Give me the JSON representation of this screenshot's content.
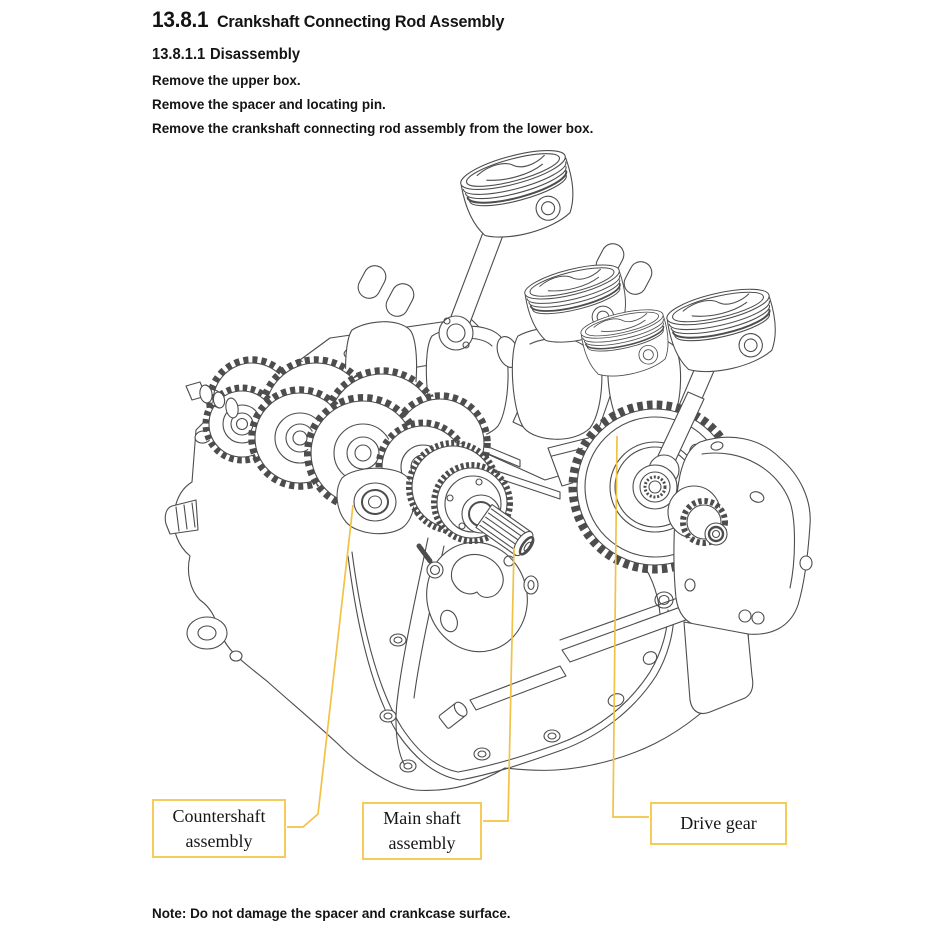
{
  "page": {
    "heading": {
      "number": "13.8.1",
      "title": "Crankshaft Connecting Rod Assembly"
    },
    "subheading": {
      "number": "13.8.1.1",
      "title": "Disassembly"
    },
    "steps": [
      "Remove the upper box.",
      "Remove the spacer and locating pin.",
      "Remove the crankshaft connecting rod assembly from the lower box."
    ],
    "note": "Note: Do not damage the spacer and crankcase surface."
  },
  "figure": {
    "accent_color": "#F2C247",
    "callout_border_color": "#F5CB5C",
    "line_color": "#4D4D4D",
    "callouts": [
      {
        "id": "countershaft-assembly",
        "lines": [
          "Countershaft",
          "assembly"
        ]
      },
      {
        "id": "main-shaft-assembly",
        "lines": [
          "Main shaft",
          "assembly"
        ]
      },
      {
        "id": "drive-gear",
        "lines": [
          "Drive gear"
        ]
      }
    ]
  }
}
